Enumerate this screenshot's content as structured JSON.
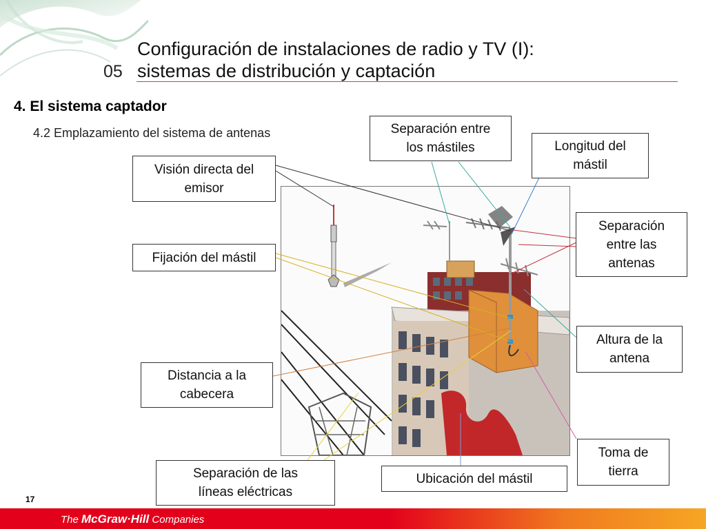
{
  "header": {
    "chapter_number": "05",
    "title_line1": "Configuración de instalaciones de radio y TV (I):",
    "title_line2": "sistemas de distribución y captación"
  },
  "section": {
    "heading": "4. El sistema captador",
    "subheading": "4.2 Emplazamiento del sistema de antenas"
  },
  "labels": {
    "separacion_mastiles": [
      "Separación entre",
      "los mástiles"
    ],
    "longitud_mastil": [
      "Longitud del",
      "mástil"
    ],
    "vision_directa": [
      "Visión directa del",
      "emisor"
    ],
    "separacion_antenas": [
      "Separación",
      "entre las",
      "antenas"
    ],
    "fijacion_mastil": [
      "Fijación del mástil"
    ],
    "altura_antena": [
      "Altura de la",
      "antena"
    ],
    "distancia_cabecera": [
      "Distancia a la",
      "cabecera"
    ],
    "toma_tierra": [
      "Toma de",
      "tierra"
    ],
    "separacion_lineas": [
      "Separación de las",
      "líneas eléctricas"
    ],
    "ubicacion_mastil": [
      "Ubicación del mástil"
    ]
  },
  "footer": {
    "page_number": "17",
    "brand_prefix": "The ",
    "brand_name": "McGraw·Hill",
    "brand_suffix": " Companies"
  },
  "colors": {
    "accent_red": "#e03a2e",
    "footer_red": "#e3001b",
    "footer_orange": "#f6a623"
  }
}
